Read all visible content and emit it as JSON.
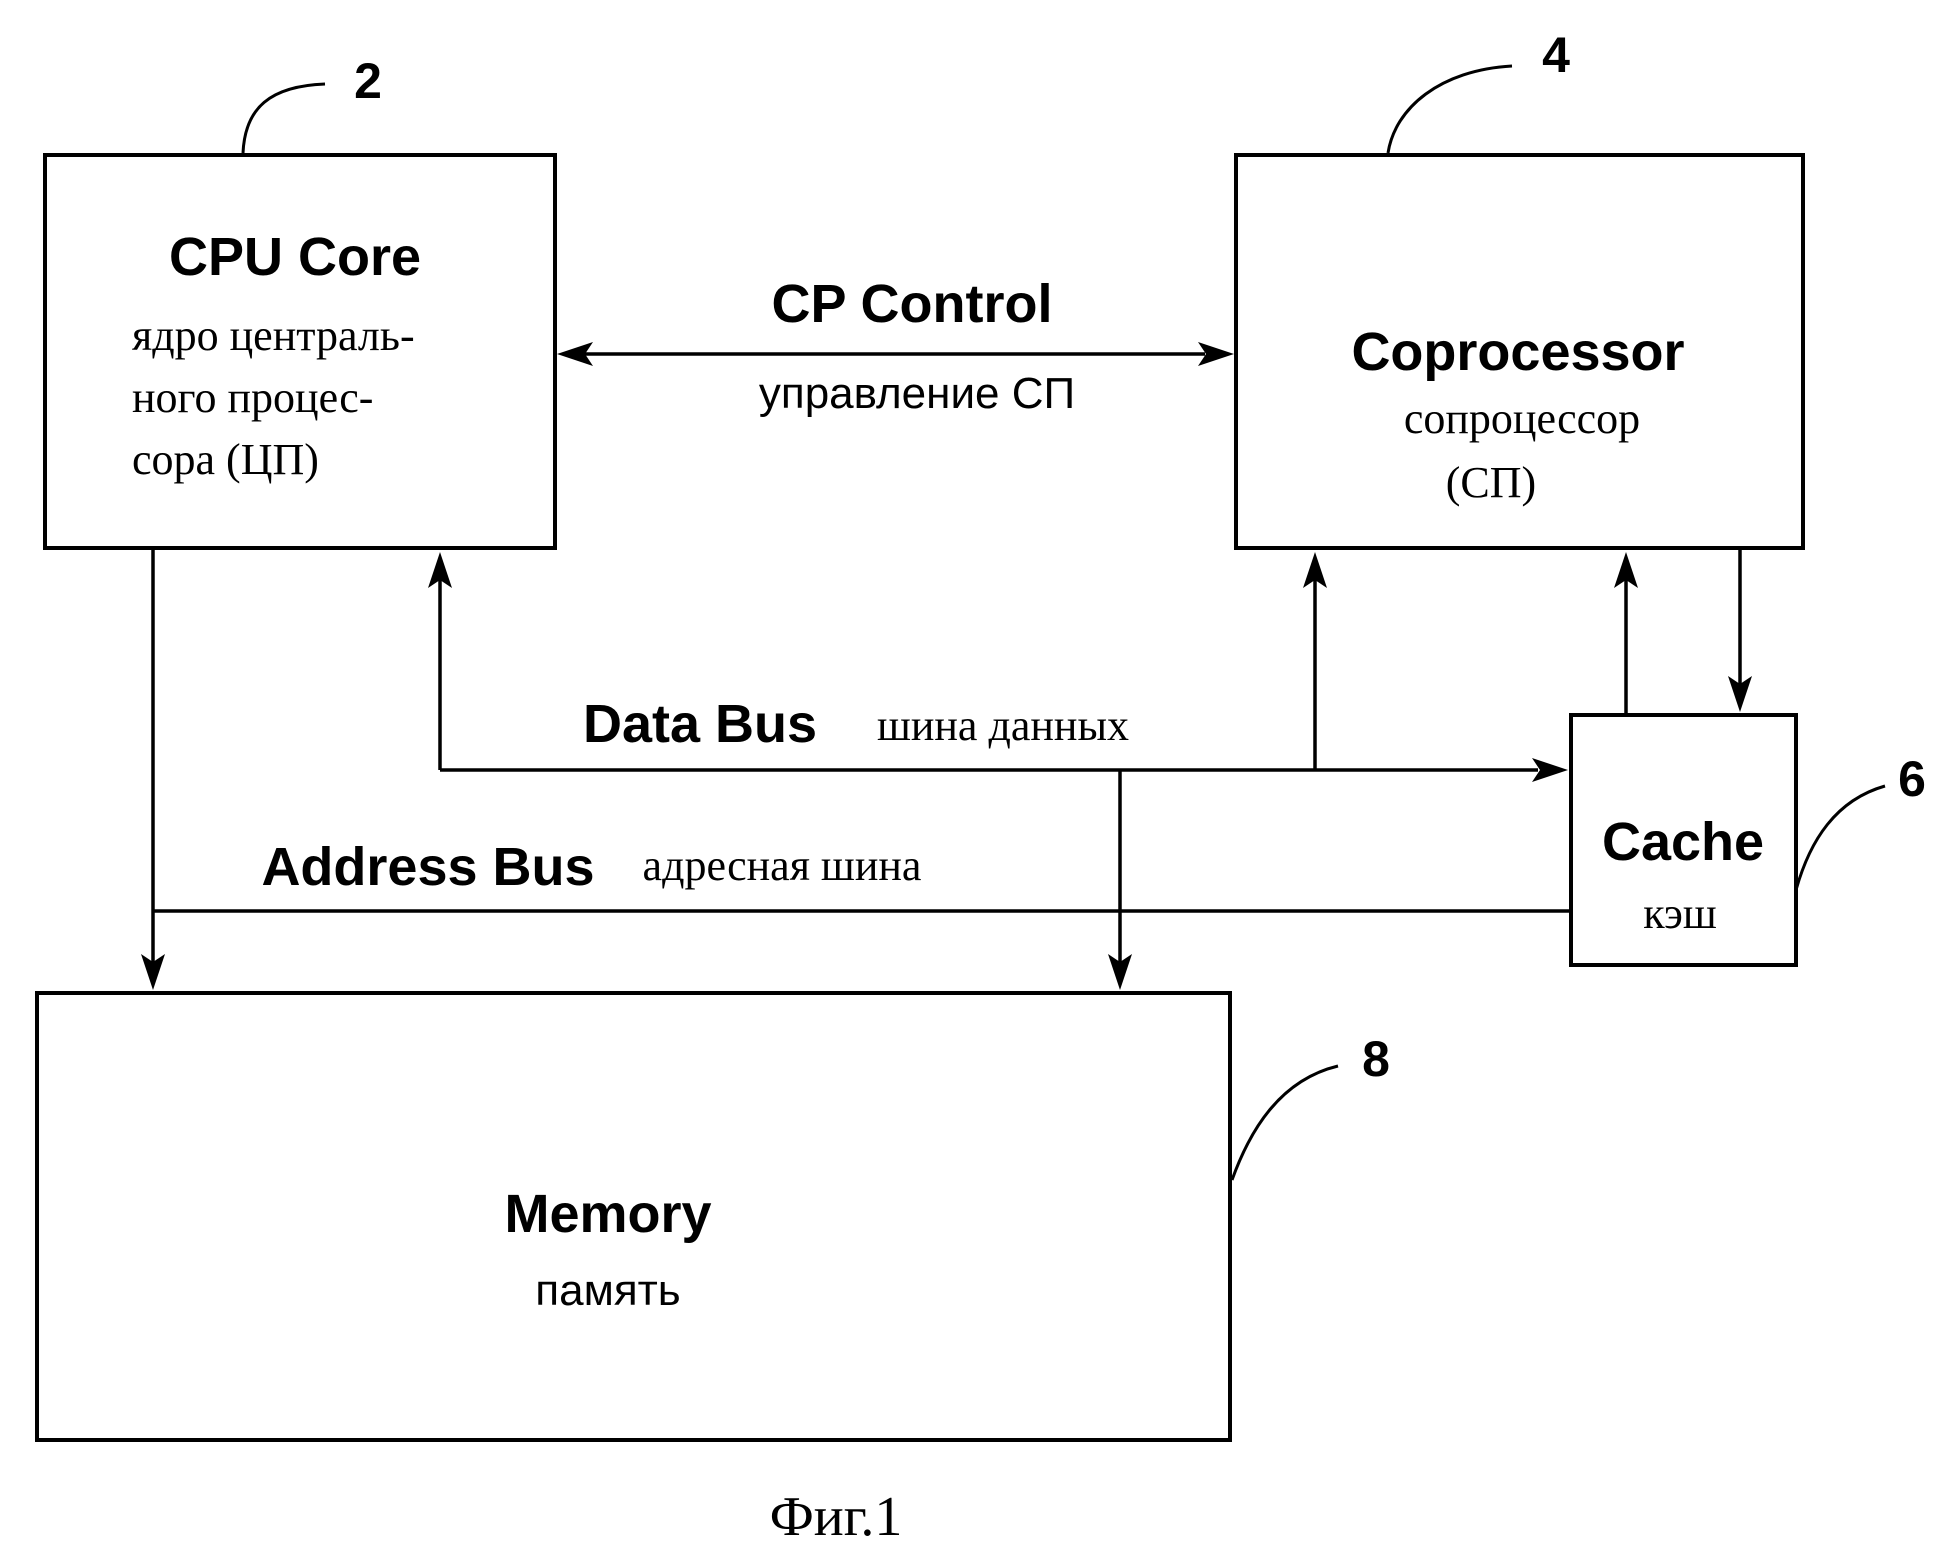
{
  "cpu": {
    "ref": "2",
    "title": "CPU Core",
    "subtitle_lines": [
      "ядро централь-",
      "ного процес-",
      "сора (ЦП)"
    ]
  },
  "coprocessor": {
    "ref": "4",
    "title": "Coprocessor",
    "subtitle_lines": [
      "сопроцессор",
      "(СП)"
    ]
  },
  "cache": {
    "ref": "6",
    "title": "Cache",
    "subtitle": "кэш"
  },
  "memory": {
    "ref": "8",
    "title": "Memory",
    "subtitle": "память"
  },
  "cp_control": {
    "label": "CP Control",
    "sublabel": "управление СП"
  },
  "data_bus": {
    "label": "Data Bus",
    "sublabel": "шина данных"
  },
  "address_bus": {
    "label": "Address Bus",
    "sublabel": "адресная шина"
  },
  "caption": "Фиг.1",
  "colors": {
    "ink": "#000000",
    "background": "#ffffff"
  }
}
